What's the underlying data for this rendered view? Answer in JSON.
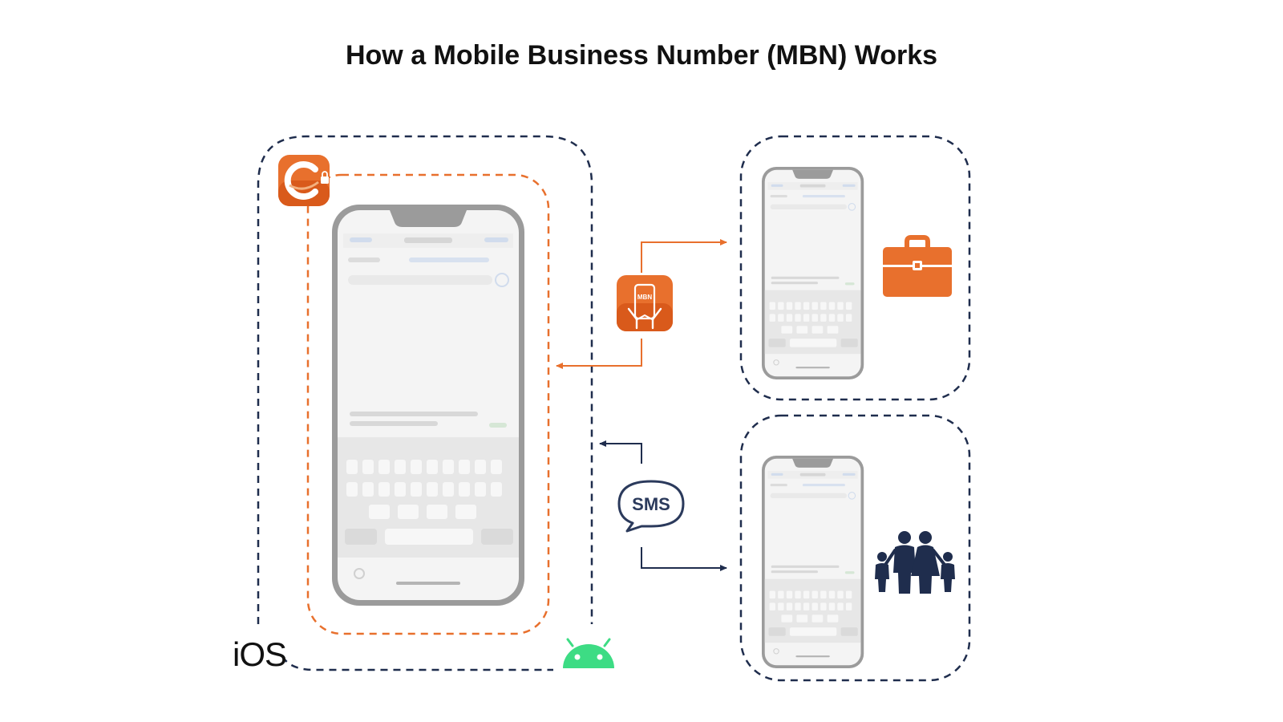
{
  "diagram": {
    "title": "How a Mobile Business Number (MBN) Works",
    "platforms": {
      "ios_label": "iOS",
      "android_icon": "android-icon"
    },
    "app_icon": "secure-app-icon",
    "middle": {
      "mbn_icon": "mbn-phone-icon",
      "mbn_label": "MBN",
      "sms_label": "SMS",
      "sms_icon": "speech-bubble-icon"
    },
    "targets": [
      {
        "name": "business",
        "icon": "briefcase-icon"
      },
      {
        "name": "personal",
        "icon": "family-icon"
      }
    ],
    "colors": {
      "accent": "#e8702d",
      "navy": "#1f2d4d",
      "android_green": "#3ddc84",
      "phone_frame": "#707070"
    }
  }
}
